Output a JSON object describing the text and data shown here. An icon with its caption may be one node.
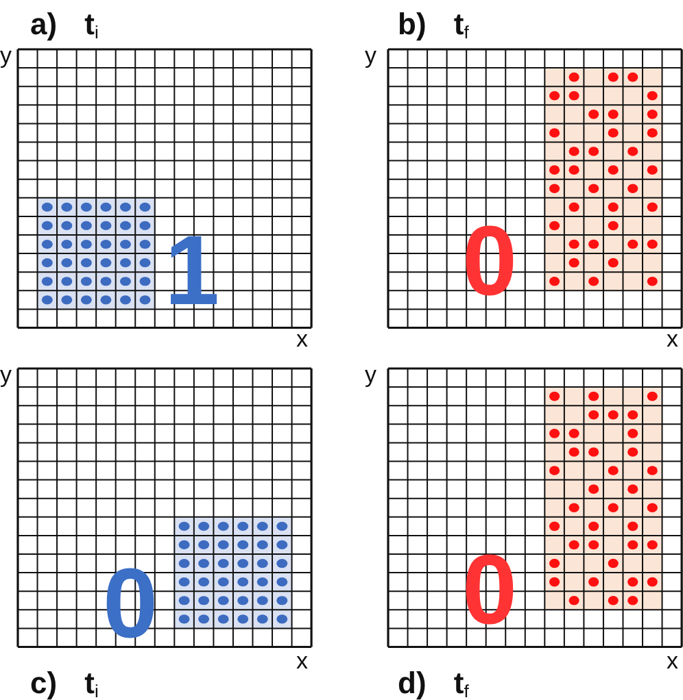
{
  "diagram": {
    "labels": [
      "a) t$_{i}$",
      "b) t$_{f}$",
      "y",
      "y",
      "1",
      "0",
      "x",
      "x",
      "y",
      "y",
      "0",
      "0",
      "x",
      "x",
      "c) t$_{i}$",
      "d) t$_{f}$"
    ]
  }
}
